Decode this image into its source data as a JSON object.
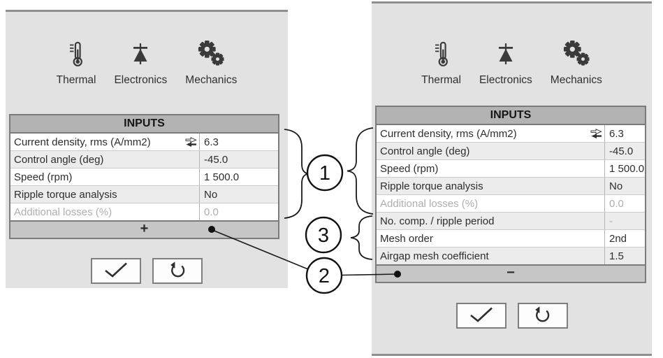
{
  "colors": {
    "panel_bg": "#e2e2e2",
    "table_header_bg": "#b3b3b3",
    "toggle_row_bg": "#c6c6c6",
    "row_alt_bg": "#ececec",
    "dark_border": "#7b7b7b",
    "disabled_text": "#aeaeae",
    "text": "#2d2d2d"
  },
  "left_panel": {
    "tools": [
      {
        "icon": "thermometer-icon",
        "label": "Thermal"
      },
      {
        "icon": "diode-icon",
        "label": "Electronics"
      },
      {
        "icon": "gears-icon",
        "label": "Mechanics"
      }
    ],
    "table": {
      "title": "INPUTS",
      "rows": [
        {
          "label": "Current density, rms (A/mm2)",
          "value": "6.3"
        },
        {
          "label": "Control angle (deg)",
          "value": "-45.0"
        },
        {
          "label": "Speed (rpm)",
          "value": "1 500.0"
        },
        {
          "label": "Ripple torque analysis",
          "value": "No"
        },
        {
          "label": "Additional losses (%)",
          "value": "0.0"
        }
      ],
      "expand_label": "+"
    },
    "buttons": [
      {
        "icon": "check-icon"
      },
      {
        "icon": "undo-icon"
      }
    ]
  },
  "right_panel": {
    "tools": [
      {
        "icon": "thermometer-icon",
        "label": "Thermal"
      },
      {
        "icon": "diode-icon",
        "label": "Electronics"
      },
      {
        "icon": "gears-icon",
        "label": "Mechanics"
      }
    ],
    "table": {
      "title": "INPUTS",
      "rows": [
        {
          "label": "Current density, rms (A/mm2)",
          "value": "6.3"
        },
        {
          "label": "Control angle (deg)",
          "value": "-45.0"
        },
        {
          "label": "Speed (rpm)",
          "value": "1 500.0"
        },
        {
          "label": "Ripple torque analysis",
          "value": "No"
        },
        {
          "label": "Additional losses (%)",
          "value": "0.0"
        },
        {
          "label": "No. comp. / ripple period",
          "value": "-"
        },
        {
          "label": "Mesh order",
          "value": "2nd"
        },
        {
          "label": "Airgap mesh coefficient",
          "value": "1.5"
        }
      ],
      "collapse_label": "−"
    },
    "buttons": [
      {
        "icon": "check-icon"
      },
      {
        "icon": "undo-icon"
      }
    ]
  },
  "callouts": [
    {
      "number": "1"
    },
    {
      "number": "3"
    },
    {
      "number": "2"
    }
  ]
}
